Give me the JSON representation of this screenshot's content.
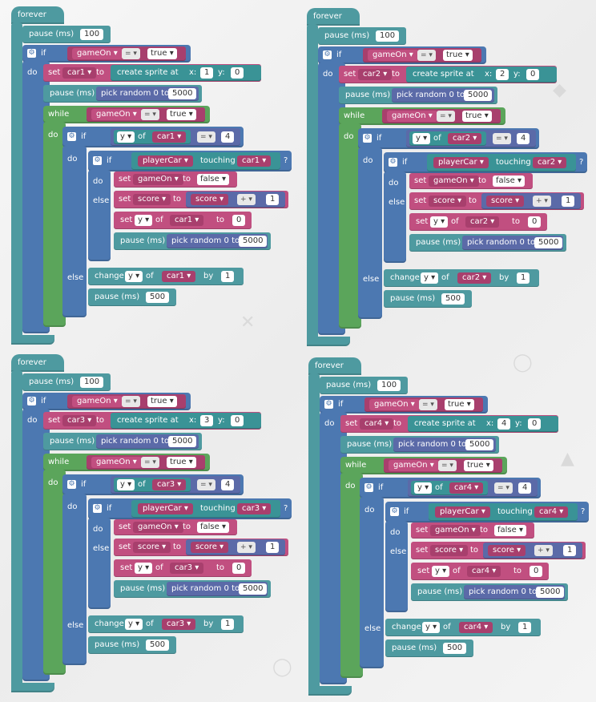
{
  "blocks": {
    "forever": "forever",
    "pause": "pause (ms)",
    "pause_value": "100",
    "if": "if",
    "do": "do",
    "else": "else",
    "while": "while",
    "set": "set",
    "to": "to",
    "create_sprite": "create sprite at",
    "x": "x:",
    "y": "y:",
    "zero": "0",
    "pick_random": "pick random 0 to",
    "random_max": "5000",
    "game_on": "gameOn",
    "eq": "=",
    "true": "true",
    "false": "false",
    "y_prop": "y",
    "of": "of",
    "four": "4",
    "player_car": "playerCar",
    "touching": "touching",
    "question": "?",
    "score": "score",
    "plus": "+",
    "one": "1",
    "change": "change",
    "by": "by",
    "pause_500": "500",
    "dd_arrow": "▾"
  },
  "programs": [
    {
      "car": "car1",
      "num": "1"
    },
    {
      "car": "car2",
      "num": "2"
    },
    {
      "car": "car3",
      "num": "3"
    },
    {
      "car": "car4",
      "num": "4"
    }
  ]
}
